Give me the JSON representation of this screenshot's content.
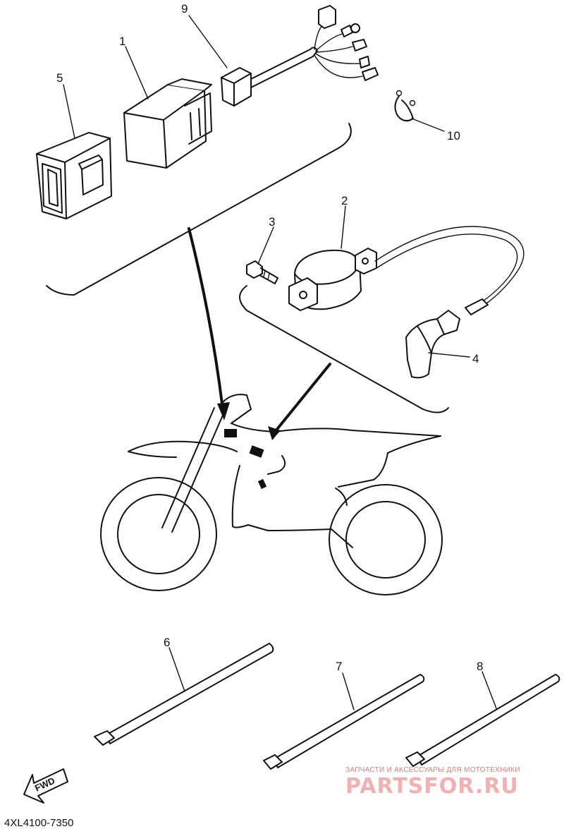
{
  "parts": [
    {
      "id": "1",
      "label": "1"
    },
    {
      "id": "2",
      "label": "2"
    },
    {
      "id": "3",
      "label": "3"
    },
    {
      "id": "4",
      "label": "4"
    },
    {
      "id": "5",
      "label": "5"
    },
    {
      "id": "6",
      "label": "6"
    },
    {
      "id": "7",
      "label": "7"
    },
    {
      "id": "8",
      "label": "8"
    },
    {
      "id": "9",
      "label": "9"
    },
    {
      "id": "10",
      "label": "10"
    }
  ],
  "fwd_label": "FWD",
  "diagram_code": "4XL4100-7350",
  "watermark": {
    "tagline": "ЗАПЧАСТИ И АКСЕССУАРЫ ДЛЯ МОТОТЕХНИКИ",
    "brand": "PARTSFOR.RU"
  },
  "colors": {
    "line": "#111111",
    "watermark_text": "#e07a7a",
    "watermark_brand": "#f2b0b0"
  }
}
